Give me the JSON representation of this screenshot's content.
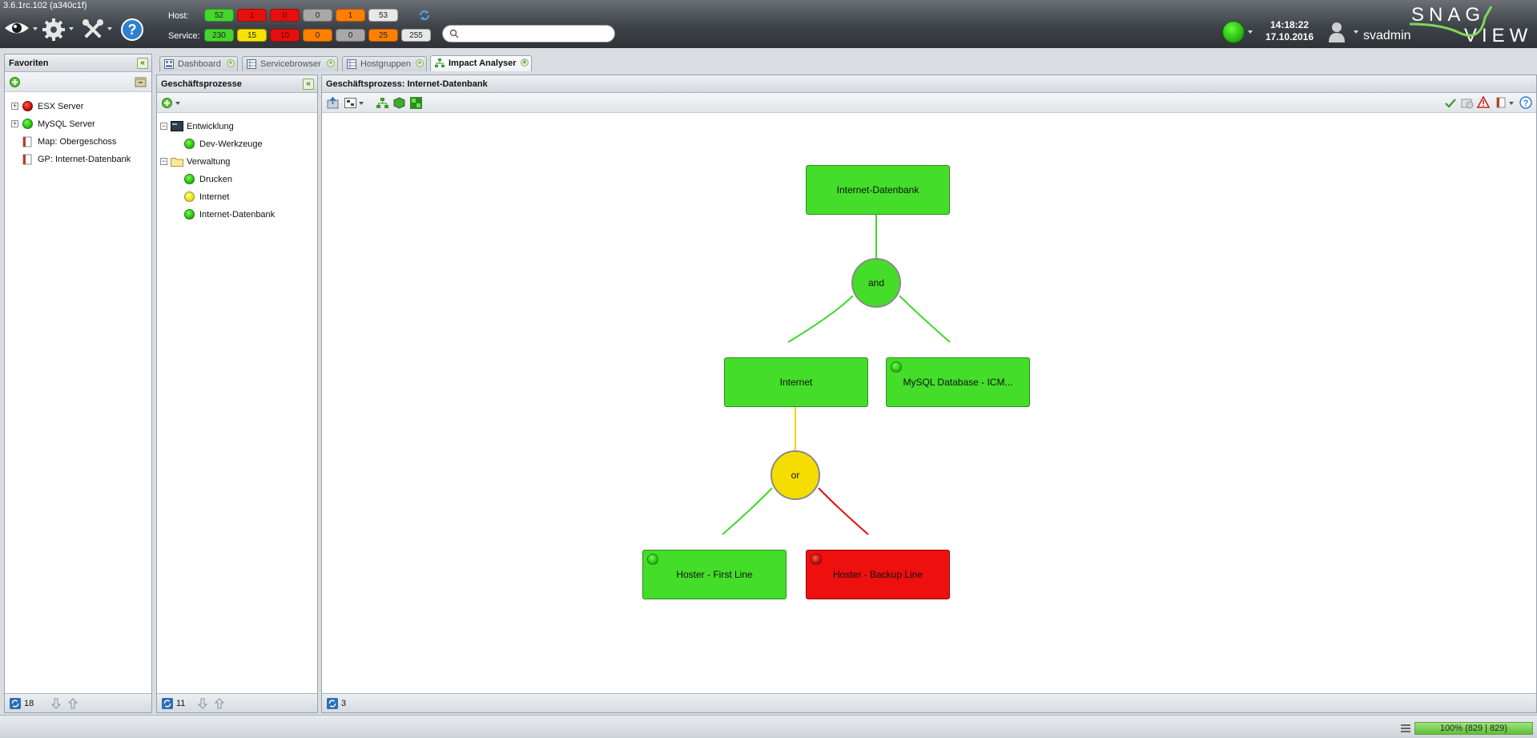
{
  "app": {
    "version": "3.6.1rc.102 (a340c1f)",
    "logo": "SNAG VIEW"
  },
  "counters": {
    "host_label": "Host:",
    "host": [
      "52",
      "1",
      "0",
      "0",
      "1",
      "53"
    ],
    "service_label": "Service:",
    "service": [
      "230",
      "15",
      "10",
      "0",
      "0",
      "25",
      "255"
    ]
  },
  "search": {
    "placeholder": "",
    "value": ""
  },
  "clock": {
    "time": "14:18:22",
    "date": "17.10.2016"
  },
  "user": {
    "name": "svadmin"
  },
  "colors": {
    "ok": "#44dd2a",
    "warning": "#f5e400",
    "critical": "#ee0f0f",
    "unknown": "#a8a8a8",
    "pending": "#ff7f00"
  },
  "favorites": {
    "title": "Favoriten",
    "items": [
      {
        "label": "ESX Server",
        "status": "critical",
        "icon": "status-dot"
      },
      {
        "label": "MySQL Server",
        "status": "ok",
        "icon": "status-dot-up"
      },
      {
        "label": "Map: Obergeschoss",
        "icon": "map-icon"
      },
      {
        "label": "GP: Internet-Datenbank",
        "icon": "map-icon"
      }
    ],
    "count": "18"
  },
  "processes": {
    "title": "Geschäftsprozesse",
    "groups": [
      {
        "label": "Entwicklung",
        "children": [
          {
            "label": "Dev-Werkzeuge",
            "status": "ok"
          }
        ]
      },
      {
        "label": "Verwaltung",
        "children": [
          {
            "label": "Drucken",
            "status": "ok"
          },
          {
            "label": "Internet",
            "status": "warning"
          },
          {
            "label": "Internet-Datenbank",
            "status": "ok"
          }
        ]
      }
    ],
    "count": "11"
  },
  "tabs": [
    {
      "label": "Dashboard",
      "active": false,
      "icon": "dashboard-icon"
    },
    {
      "label": "Servicebrowser",
      "active": false,
      "icon": "grid-icon"
    },
    {
      "label": "Hostgruppen",
      "active": false,
      "icon": "grid-icon"
    },
    {
      "label": "Impact Analyser",
      "active": true,
      "icon": "tree-icon"
    }
  ],
  "impact": {
    "title": "Geschäftsprozess: Internet-Datenbank",
    "count": "3",
    "nodes": {
      "root": "Internet-Datenbank",
      "and_gate": "and",
      "internet": "Internet",
      "mysql": "MySQL Database - ICM...",
      "or_gate": "or",
      "first_line": "Hoster - First Line",
      "backup_line": "Hoster - Backup Line"
    }
  },
  "status_bar": {
    "progress_text": "100% (829 | 829)",
    "progress": 1.0
  }
}
